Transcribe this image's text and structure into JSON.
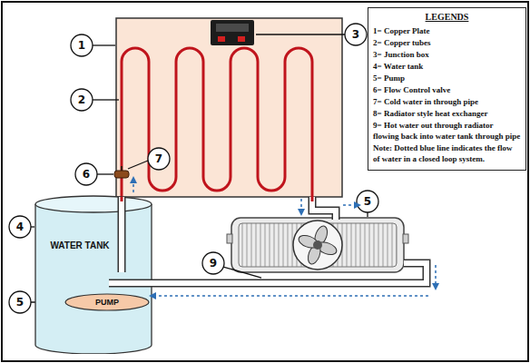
{
  "diagram": {
    "nodes": [
      {
        "text": [
          "WATER TANK"
        ]
      },
      {
        "text": [
          "PUMP"
        ],
        "in": 0
      }
    ],
    "labels": [
      "LEGENDS",
      "Note: Dotted blue line indicates the flow of water in a closed loop system.",
      "1",
      "2",
      "3",
      "7",
      "6",
      "4",
      "5",
      "9",
      "5"
    ],
    "legend": [
      {
        "text": "1= Copper Plate"
      },
      {
        "text": "2= Copper tubes"
      },
      {
        "text": "3= Junction box"
      },
      {
        "text": "4= Water tank"
      },
      {
        "text": "5= Pump"
      },
      {
        "text": "6= Flow Control valve"
      },
      {
        "text": "7= Cold water in through pipe"
      },
      {
        "text": "8= Radiator style heat exchanger"
      },
      {
        "text": "9= Hot water out through radiator flowing back into water tank through pipe"
      }
    ]
  }
}
